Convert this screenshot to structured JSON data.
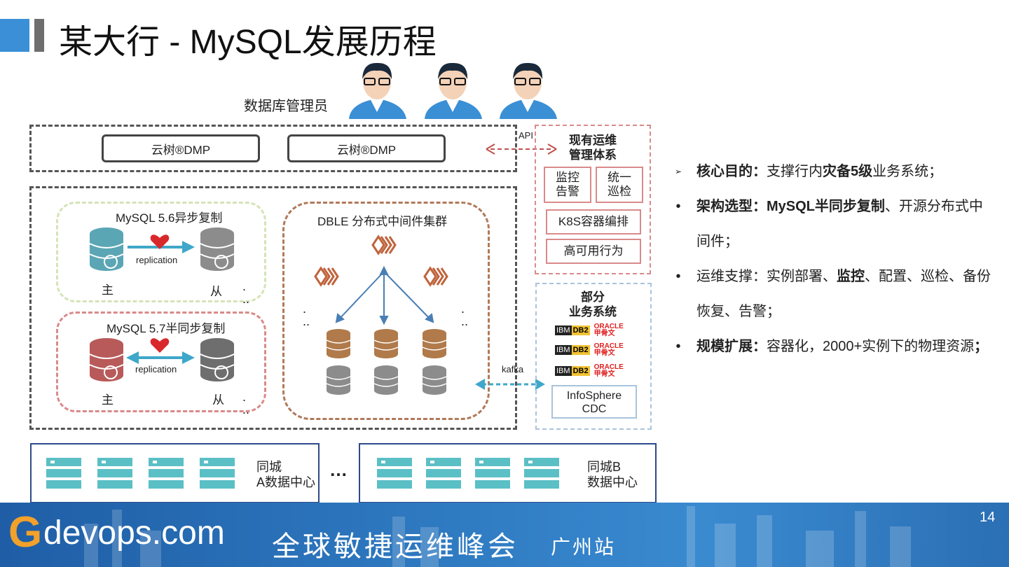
{
  "title": "某大行 - MySQL发展历程",
  "dba_label": "数据库管理员",
  "dmp": {
    "left_label": "云树®DMP",
    "right_label": "云树®DMP"
  },
  "api_label": "API",
  "ops_system": {
    "title": "现有运维\n管理体系",
    "monitor": "监控\n告警",
    "inspection": "统一\n巡检",
    "k8s": "K8S容器编排",
    "ha": "高可用行为"
  },
  "mysql56": {
    "title": "MySQL 5.6异步复制",
    "replication": "replication",
    "master": "主",
    "slave": "从"
  },
  "mysql57": {
    "title": "MySQL 5.7半同步复制",
    "replication": "replication",
    "master": "主",
    "slave": "从"
  },
  "dble": {
    "title": "DBLE 分布式中间件集群"
  },
  "business": {
    "title": "部分\n业务系统",
    "vendors": [
      {
        "ibm": "IBM",
        "db2": "DB2",
        "oracle": "ORACLE",
        "oracle_cn": "甲骨文"
      },
      {
        "ibm": "IBM",
        "db2": "DB2",
        "oracle": "ORACLE",
        "oracle_cn": "甲骨文"
      },
      {
        "ibm": "IBM",
        "db2": "DB2",
        "oracle": "ORACLE",
        "oracle_cn": "甲骨文"
      }
    ],
    "infosphere": "InfoSphere\nCDC"
  },
  "kafka_label": "kafka",
  "datacenters": {
    "a": "同城\nA数据中心",
    "b": "同城B\n数据中心",
    "ellipsis": "…"
  },
  "bullets": [
    {
      "marker": "➢",
      "bold": "核心目的：",
      "text": "支撑行内",
      "bold2": "灾备5级",
      "text2": "业务系统；"
    },
    {
      "marker": "•",
      "bold": "架构选型：MySQL半同步复制",
      "text": "、开源分布式中间件；"
    },
    {
      "marker": "•",
      "bold": "",
      "text": "运维支撑：实例部署、",
      "bold2": "监控",
      "text2": "、配置、巡检、备份恢复、告警；"
    },
    {
      "marker": "•",
      "bold": "规模扩展：",
      "text": "容器化，2000+实例下的物理资源",
      "bold2": "；",
      "text2": ""
    }
  ],
  "footer": {
    "logo_g": "G",
    "logo_text": "devops.com",
    "conference": "全球敏捷运维峰会",
    "city": "广州站",
    "page_number": "14"
  },
  "colors": {
    "accent_blue": "#3a8fd6",
    "teal_db": "#5ba6b5",
    "red_db": "#b85a5a",
    "gray_db": "#8c8c8c",
    "brown_db": "#b07a4a",
    "dble_icon": "#c0643c"
  }
}
